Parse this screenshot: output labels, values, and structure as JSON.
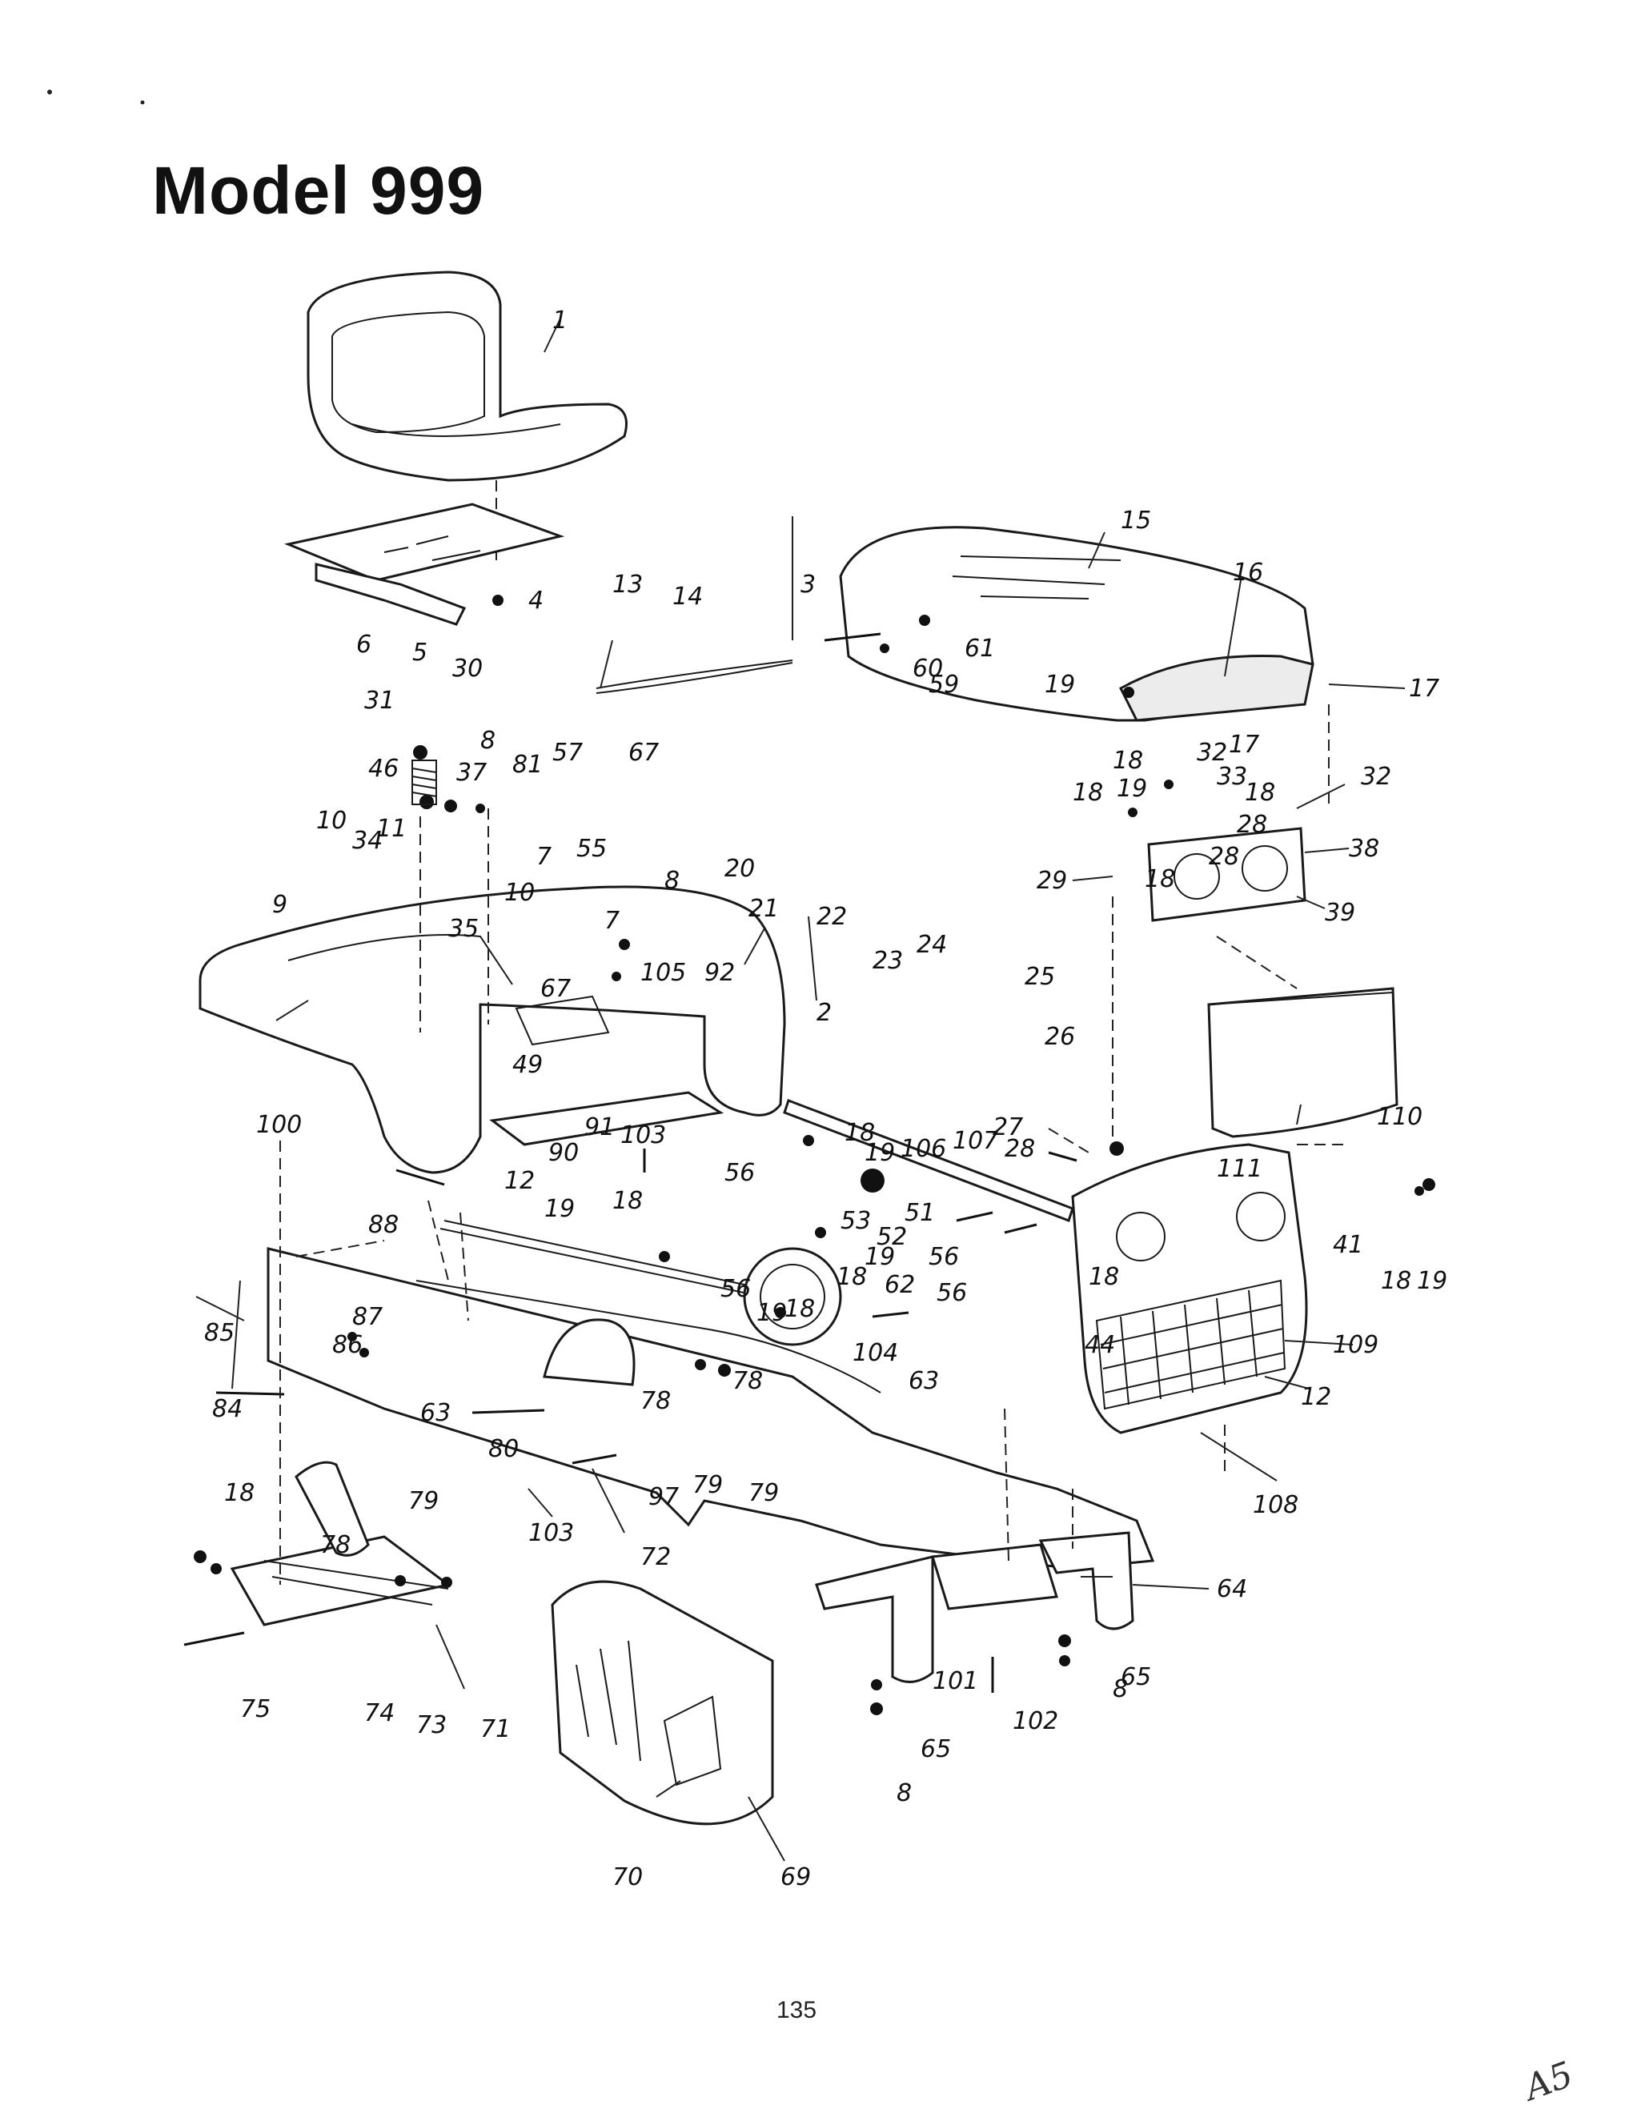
{
  "page": {
    "title": "Model 999",
    "page_number": "135",
    "handwritten_note": "A5"
  },
  "callouts": [
    {
      "id": "c1",
      "text": "1"
    },
    {
      "id": "c2",
      "text": "2"
    },
    {
      "id": "c3",
      "text": "3"
    },
    {
      "id": "c4",
      "text": "4"
    },
    {
      "id": "c5",
      "text": "5"
    },
    {
      "id": "c6",
      "text": "6"
    },
    {
      "id": "c7a",
      "text": "7"
    },
    {
      "id": "c7b",
      "text": "7"
    },
    {
      "id": "c8a",
      "text": "8"
    },
    {
      "id": "c8b",
      "text": "8"
    },
    {
      "id": "c8c",
      "text": "8"
    },
    {
      "id": "c8d",
      "text": "8"
    },
    {
      "id": "c9",
      "text": "9"
    },
    {
      "id": "c10a",
      "text": "10"
    },
    {
      "id": "c10b",
      "text": "10"
    },
    {
      "id": "c11",
      "text": "11"
    },
    {
      "id": "c12a",
      "text": "12"
    },
    {
      "id": "c12b",
      "text": "12"
    },
    {
      "id": "c13",
      "text": "13"
    },
    {
      "id": "c14",
      "text": "14"
    },
    {
      "id": "c15",
      "text": "15"
    },
    {
      "id": "c16",
      "text": "16"
    },
    {
      "id": "c17a",
      "text": "17"
    },
    {
      "id": "c17b",
      "text": "17"
    },
    {
      "id": "c18a",
      "text": "18"
    },
    {
      "id": "c18b",
      "text": "18"
    },
    {
      "id": "c18c",
      "text": "18"
    },
    {
      "id": "c18d",
      "text": "18"
    },
    {
      "id": "c18e",
      "text": "18"
    },
    {
      "id": "c18f",
      "text": "18"
    },
    {
      "id": "c18g",
      "text": "18"
    },
    {
      "id": "c18h",
      "text": "18"
    },
    {
      "id": "c18i",
      "text": "18"
    },
    {
      "id": "c18j",
      "text": "18"
    },
    {
      "id": "c18k",
      "text": "18"
    },
    {
      "id": "c19a",
      "text": "19"
    },
    {
      "id": "c19b",
      "text": "19"
    },
    {
      "id": "c19c",
      "text": "19"
    },
    {
      "id": "c19d",
      "text": "19"
    },
    {
      "id": "c19e",
      "text": "19"
    },
    {
      "id": "c19f",
      "text": "19"
    },
    {
      "id": "c19g",
      "text": "19"
    },
    {
      "id": "c20",
      "text": "20"
    },
    {
      "id": "c21",
      "text": "21"
    },
    {
      "id": "c22",
      "text": "22"
    },
    {
      "id": "c23",
      "text": "23"
    },
    {
      "id": "c24",
      "text": "24"
    },
    {
      "id": "c25",
      "text": "25"
    },
    {
      "id": "c26",
      "text": "26"
    },
    {
      "id": "c27",
      "text": "27"
    },
    {
      "id": "c28a",
      "text": "28"
    },
    {
      "id": "c28b",
      "text": "28"
    },
    {
      "id": "c28c",
      "text": "28"
    },
    {
      "id": "c29",
      "text": "29"
    },
    {
      "id": "c30",
      "text": "30"
    },
    {
      "id": "c31",
      "text": "31"
    },
    {
      "id": "c32a",
      "text": "32"
    },
    {
      "id": "c32b",
      "text": "32"
    },
    {
      "id": "c33",
      "text": "33"
    },
    {
      "id": "c34",
      "text": "34"
    },
    {
      "id": "c35",
      "text": "35"
    },
    {
      "id": "c37",
      "text": "37"
    },
    {
      "id": "c38",
      "text": "38"
    },
    {
      "id": "c39",
      "text": "39"
    },
    {
      "id": "c41",
      "text": "41"
    },
    {
      "id": "c44",
      "text": "44"
    },
    {
      "id": "c46",
      "text": "46"
    },
    {
      "id": "c49",
      "text": "49"
    },
    {
      "id": "c51",
      "text": "51"
    },
    {
      "id": "c52",
      "text": "52"
    },
    {
      "id": "c53",
      "text": "53"
    },
    {
      "id": "c55",
      "text": "55"
    },
    {
      "id": "c56a",
      "text": "56"
    },
    {
      "id": "c56b",
      "text": "56"
    },
    {
      "id": "c56c",
      "text": "56"
    },
    {
      "id": "c56d",
      "text": "56"
    },
    {
      "id": "c57",
      "text": "57"
    },
    {
      "id": "c59",
      "text": "59"
    },
    {
      "id": "c60",
      "text": "60"
    },
    {
      "id": "c61",
      "text": "61"
    },
    {
      "id": "c62",
      "text": "62"
    },
    {
      "id": "c63a",
      "text": "63"
    },
    {
      "id": "c63b",
      "text": "63"
    },
    {
      "id": "c64",
      "text": "64"
    },
    {
      "id": "c65a",
      "text": "65"
    },
    {
      "id": "c65b",
      "text": "65"
    },
    {
      "id": "c67a",
      "text": "67"
    },
    {
      "id": "c67b",
      "text": "67"
    },
    {
      "id": "c69",
      "text": "69"
    },
    {
      "id": "c70",
      "text": "70"
    },
    {
      "id": "c71",
      "text": "71"
    },
    {
      "id": "c72",
      "text": "72"
    },
    {
      "id": "c73",
      "text": "73"
    },
    {
      "id": "c74",
      "text": "74"
    },
    {
      "id": "c75",
      "text": "75"
    },
    {
      "id": "c78a",
      "text": "78"
    },
    {
      "id": "c78b",
      "text": "78"
    },
    {
      "id": "c78c",
      "text": "78"
    },
    {
      "id": "c79a",
      "text": "79"
    },
    {
      "id": "c79b",
      "text": "79"
    },
    {
      "id": "c79c",
      "text": "79"
    },
    {
      "id": "c80",
      "text": "80"
    },
    {
      "id": "c81",
      "text": "81"
    },
    {
      "id": "c84",
      "text": "84"
    },
    {
      "id": "c85",
      "text": "85"
    },
    {
      "id": "c86",
      "text": "86"
    },
    {
      "id": "c87",
      "text": "87"
    },
    {
      "id": "c88",
      "text": "88"
    },
    {
      "id": "c90",
      "text": "90"
    },
    {
      "id": "c91",
      "text": "91"
    },
    {
      "id": "c92",
      "text": "92"
    },
    {
      "id": "c97",
      "text": "97"
    },
    {
      "id": "c100",
      "text": "100"
    },
    {
      "id": "c101",
      "text": "101"
    },
    {
      "id": "c102",
      "text": "102"
    },
    {
      "id": "c103a",
      "text": "103"
    },
    {
      "id": "c103b",
      "text": "103"
    },
    {
      "id": "c104",
      "text": "104"
    },
    {
      "id": "c105",
      "text": "105"
    },
    {
      "id": "c106",
      "text": "106"
    },
    {
      "id": "c107",
      "text": "107"
    },
    {
      "id": "c108",
      "text": "108"
    },
    {
      "id": "c109",
      "text": "109"
    },
    {
      "id": "c110",
      "text": "110"
    },
    {
      "id": "c111",
      "text": "111"
    }
  ]
}
